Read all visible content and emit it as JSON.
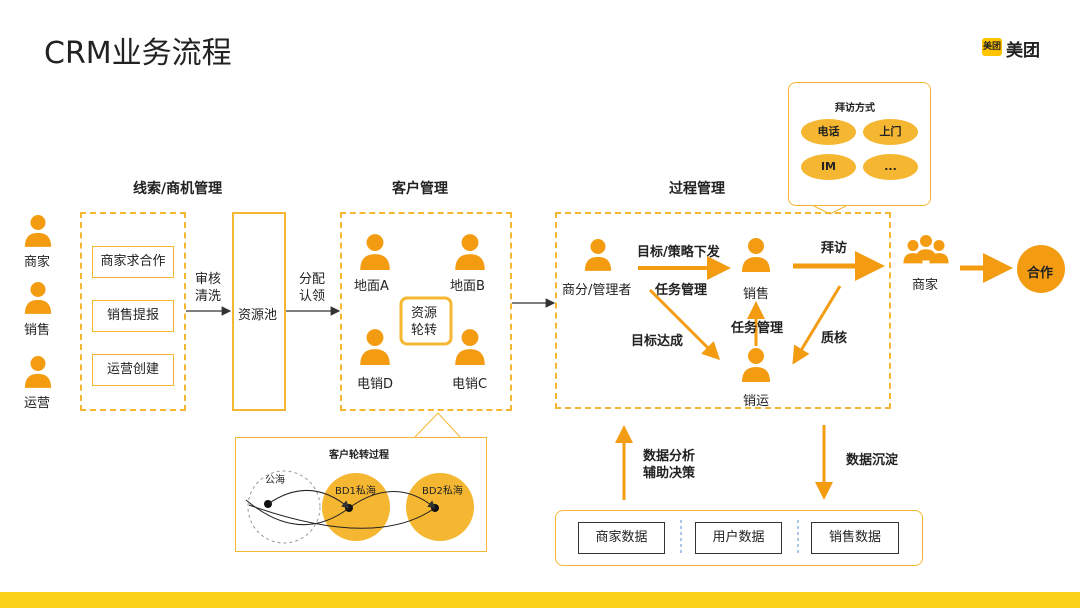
{
  "slide": {
    "title": "CRM业务流程"
  },
  "logo": {
    "mark": "美团",
    "name": "美团"
  },
  "actors_left": [
    "商家",
    "销售",
    "运营"
  ],
  "lead": {
    "title": "线索/商机管理",
    "items": [
      "商家求合作",
      "销售提报",
      "运营创建"
    ],
    "arrow_label": [
      "审核",
      "清洗"
    ],
    "pool": "资源池",
    "assign_label": [
      "分配",
      "认领"
    ]
  },
  "customer": {
    "title": "客户管理",
    "roles": [
      "地面A",
      "地面B",
      "电销D",
      "电销C"
    ],
    "rotate_center": [
      "资源",
      "轮转"
    ]
  },
  "rotation": {
    "title": "客户轮转过程",
    "nodes": [
      "公海",
      "BD1私海",
      "BD2私海"
    ]
  },
  "process": {
    "title": "过程管理",
    "manager": "商分/管理者",
    "sales": "销售",
    "ops": "销运",
    "edge_target": "目标/策略下发",
    "edge_task1": "任务管理",
    "edge_achieve": "目标达成",
    "edge_task2": "任务管理",
    "edge_visit": "拜访",
    "edge_review": "质核"
  },
  "visit": {
    "title": "拜访方式",
    "methods": [
      "电话",
      "上门",
      "IM",
      "..."
    ]
  },
  "outcome": {
    "merchant": "商家",
    "result": "合作"
  },
  "data_flow": {
    "up_label": [
      "数据分析",
      "辅助决策"
    ],
    "down_label": "数据沉淀",
    "stores": [
      "商家数据",
      "用户数据",
      "销售数据"
    ]
  },
  "colors": {
    "accent": "#f5b731",
    "arrow": "#f39c12",
    "bar": "#fbd11a"
  }
}
